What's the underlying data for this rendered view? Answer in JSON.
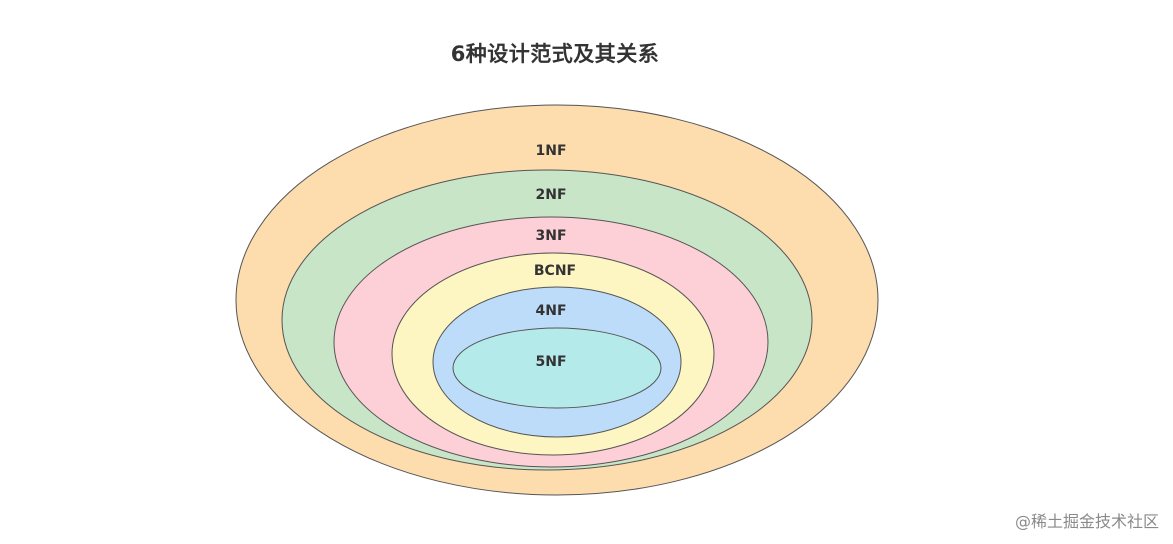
{
  "title": "6种设计范式及其关系",
  "watermark": "@稀土掘金技术社区",
  "levels": [
    {
      "label": "1NF",
      "color": "#fddcad"
    },
    {
      "label": "2NF",
      "color": "#c8e5c8"
    },
    {
      "label": "3NF",
      "color": "#fdcfd7"
    },
    {
      "label": "BCNF",
      "color": "#fdf5c2"
    },
    {
      "label": "4NF",
      "color": "#bcdcf9"
    },
    {
      "label": "5NF",
      "color": "#b5eaeb"
    }
  ]
}
